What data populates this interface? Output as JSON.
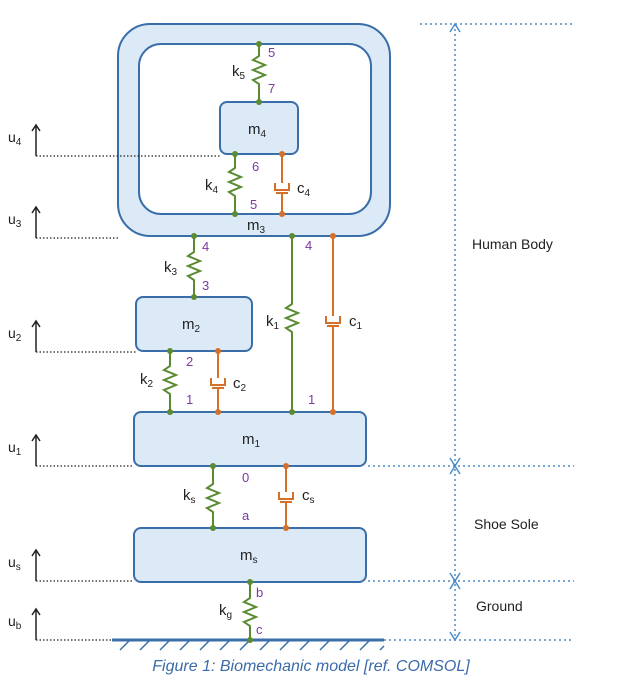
{
  "masses": {
    "m4": {
      "base": "m",
      "sub": "4"
    },
    "m3": {
      "base": "m",
      "sub": "3"
    },
    "m2": {
      "base": "m",
      "sub": "2"
    },
    "m1": {
      "base": "m",
      "sub": "1"
    },
    "ms": {
      "base": "m",
      "sub": "s"
    }
  },
  "springs": {
    "k5": {
      "base": "k",
      "sub": "5"
    },
    "k4": {
      "base": "k",
      "sub": "4"
    },
    "k3": {
      "base": "k",
      "sub": "3"
    },
    "k2": {
      "base": "k",
      "sub": "2"
    },
    "k1": {
      "base": "k",
      "sub": "1"
    },
    "ks": {
      "base": "k",
      "sub": "s"
    },
    "kg": {
      "base": "k",
      "sub": "g"
    }
  },
  "dampers": {
    "c4": {
      "base": "c",
      "sub": "4"
    },
    "c2": {
      "base": "c",
      "sub": "2"
    },
    "c1": {
      "base": "c",
      "sub": "1"
    },
    "cs": {
      "base": "c",
      "sub": "s"
    }
  },
  "displacements": {
    "u4": {
      "base": "u",
      "sub": "4"
    },
    "u3": {
      "base": "u",
      "sub": "3"
    },
    "u2": {
      "base": "u",
      "sub": "2"
    },
    "u1": {
      "base": "u",
      "sub": "1"
    },
    "us": {
      "base": "u",
      "sub": "s"
    },
    "ub": {
      "base": "u",
      "sub": "b"
    }
  },
  "nodes": {
    "n5_top": "5",
    "n7": "7",
    "n6": "6",
    "n5_bot": "5",
    "n4_left": "4",
    "n4_right": "4",
    "n3": "3",
    "n2": "2",
    "n1_left": "1",
    "n1_right": "1",
    "n0": "0",
    "na": "a",
    "nb": "b",
    "nc": "c"
  },
  "regions": {
    "human_body": "Human Body",
    "shoe_sole": "Shoe Sole",
    "ground": "Ground"
  },
  "caption": "Figure 1: Biomechanic model [ref. COMSOL]",
  "colors": {
    "mass_fill": "#dce9f7",
    "mass_stroke": "#3a6ea8",
    "spring": "#5a8a32",
    "damper": "#d4702a",
    "node_label": "#7a3aa0",
    "measure_line": "#4a8cc8",
    "caption": "#3a6aa8"
  }
}
